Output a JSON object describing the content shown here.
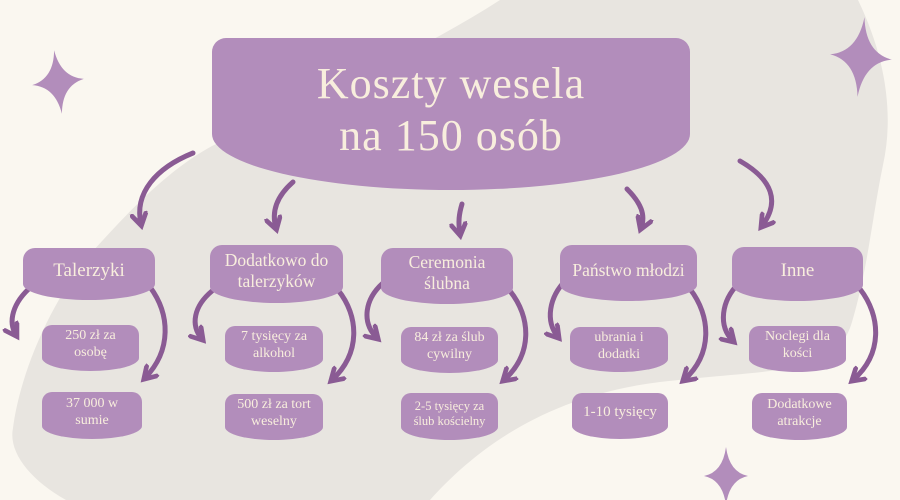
{
  "title": {
    "line1": "Koszty wesela",
    "line2": "na 150 osób"
  },
  "columns": [
    {
      "category": "Talerzyki",
      "item1": "250 zł za osobę",
      "item2": "37 000 w sumie"
    },
    {
      "category": "Dodatkowo do talerzyków",
      "item1": "7 tysięcy za alkohol",
      "item2": "500 zł za tort weselny"
    },
    {
      "category": "Ceremonia ślubna",
      "item1": "84 zł za ślub cywilny",
      "item2": "2-5 tysięcy za ślub kościelny"
    },
    {
      "category": "Państwo młodzi",
      "item1": "ubrania i dodatki",
      "item2": "1-10 tysięcy"
    },
    {
      "category": "Inne",
      "item1": "Noclegi dla kości",
      "item2": "Dodatkowe atrakcje"
    }
  ],
  "decor": {
    "sparkles": [
      "sparkle-icon-top-left",
      "sparkle-icon-top-right",
      "sparkle-icon-bottom"
    ]
  },
  "colors": {
    "purple": "#b28dbb",
    "arrow": "#8a5b94",
    "cream": "#f8eedd",
    "bg": "#faf7f0",
    "blob": "#e8e5e0"
  }
}
